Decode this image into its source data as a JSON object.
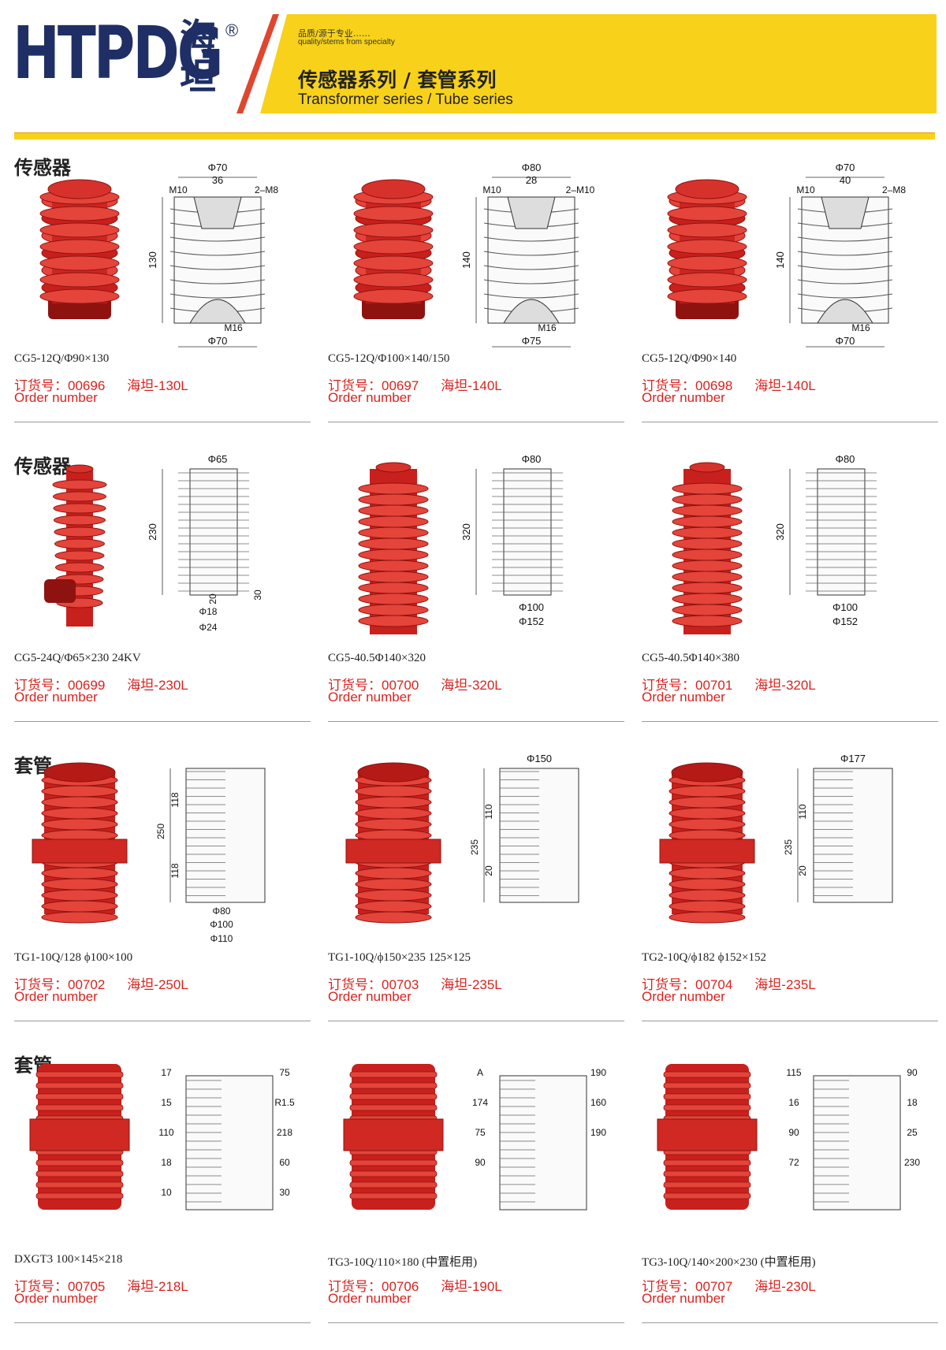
{
  "header": {
    "logo": "HTPDG",
    "logo_cn": "海坦",
    "registered": "®",
    "slogan_cn": "品质/源于专业……",
    "slogan_en": "quality/stems from specialty",
    "series_cn": "传感器系列 / 套管系列",
    "series_en": "Transformer series / Tube series"
  },
  "colors": {
    "brand_navy": "#1f2f66",
    "banner_yellow": "#f8d21a",
    "accent_orange": "#e0452d",
    "product_red": "#c8201c",
    "order_red": "#d8231f"
  },
  "sections": [
    {
      "title": "传感器"
    },
    {
      "title": "传感器"
    },
    {
      "title": "套管"
    },
    {
      "title": "套管"
    }
  ],
  "order_label_en": "Order number",
  "order_label_cn": "订货号：",
  "products": [
    {
      "model": "CG5-12Q/Φ90×130",
      "order_no": "00696",
      "part": "海坦-130L",
      "dims": {
        "top": "Φ70",
        "inner": "36",
        "left": "M10",
        "right": "2–M8",
        "height": "130",
        "bottom_thread": "M16",
        "bottom": "Φ70"
      }
    },
    {
      "model": "CG5-12Q/Φ100×140/150",
      "order_no": "00697",
      "part": "海坦-140L",
      "dims": {
        "top": "Φ80",
        "inner": "28",
        "left": "M10",
        "right": "2–M10",
        "height": "140",
        "bottom_thread": "M16",
        "bottom": "Φ75"
      }
    },
    {
      "model": "CG5-12Q/Φ90×140",
      "order_no": "00698",
      "part": "海坦-140L",
      "dims": {
        "top": "Φ70",
        "inner": "40",
        "left": "M10",
        "right": "2–M8",
        "height": "140",
        "bottom_thread": "M16",
        "bottom": "Φ70"
      }
    },
    {
      "model": "CG5-24Q/Φ65×230  24KV",
      "order_no": "00699",
      "part": "海坦-230L",
      "dims": {
        "top": "Φ65",
        "height": "230",
        "a": "20",
        "b": "30",
        "c": "Φ18",
        "d": "Φ24"
      }
    },
    {
      "model": "CG5-40.5Φ140×320",
      "order_no": "00700",
      "part": "海坦-320L",
      "dims": {
        "top": "Φ80",
        "height": "320",
        "c": "Φ100",
        "d": "Φ152"
      }
    },
    {
      "model": "CG5-40.5Φ140×380",
      "order_no": "00701",
      "part": "海坦-320L",
      "dims": {
        "top": "Φ80",
        "height": "320",
        "c": "Φ100",
        "d": "Φ152"
      }
    },
    {
      "model": "TG1-10Q/128  ϕ100×100",
      "order_no": "00702",
      "part": "海坦-250L",
      "dims": {
        "a": "118",
        "b": "250",
        "c": "118",
        "d": "Φ80",
        "e": "Φ100",
        "f": "Φ110"
      }
    },
    {
      "model": "TG1-10Q/ϕ150×235  125×125",
      "order_no": "00703",
      "part": "海坦-235L",
      "dims": {
        "top": "Φ150",
        "a": "110",
        "b": "235",
        "c": "20"
      }
    },
    {
      "model": "TG2-10Q/ϕ182  ϕ152×152",
      "order_no": "00704",
      "part": "海坦-235L",
      "dims": {
        "top": "Φ177",
        "a": "110",
        "b": "235",
        "c": "20"
      }
    },
    {
      "model": "DXGT3  100×145×218",
      "order_no": "00705",
      "part": "海坦-218L",
      "dims": {
        "a": "17",
        "b": "75",
        "c": "15",
        "d": "R1.5",
        "e": "110",
        "f": "218",
        "g": "18",
        "h": "60",
        "i": "10",
        "j": "30"
      }
    },
    {
      "model": "TG3-10Q/110×180 (中置柜用)",
      "order_no": "00706",
      "part": "海坦-190L",
      "dims": {
        "arrow": "A",
        "a": "190",
        "b": "174",
        "c": "160",
        "d": "75",
        "e": "190",
        "f": "90"
      }
    },
    {
      "model": "TG3-10Q/140×200×230 (中置柜用)",
      "order_no": "00707",
      "part": "海坦-230L",
      "dims": {
        "a": "115",
        "b": "90",
        "c": "16",
        "d": "18",
        "e": "90",
        "f": "25",
        "g": "72",
        "h": "230"
      }
    }
  ]
}
